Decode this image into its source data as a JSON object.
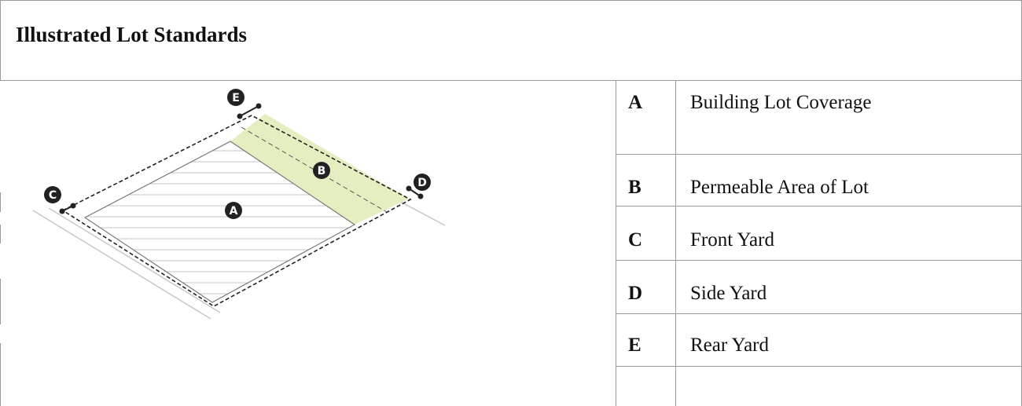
{
  "table": {
    "title": "Illustrated Lot Standards",
    "rows": [
      {
        "key": "A",
        "label": "Building Lot Coverage"
      },
      {
        "key": "B",
        "label": "Permeable Area of Lot"
      },
      {
        "key": "C",
        "label": "Front Yard"
      },
      {
        "key": "D",
        "label": "Side Yard"
      },
      {
        "key": "E",
        "label": "Rear Yard"
      }
    ]
  },
  "diagram": {
    "markers": [
      "A",
      "B",
      "C",
      "D",
      "E"
    ],
    "colors": {
      "permeable_fill": "#e4eec1",
      "line": "#222222",
      "hatch": "#bdbdbd",
      "marker": "#222222"
    }
  }
}
